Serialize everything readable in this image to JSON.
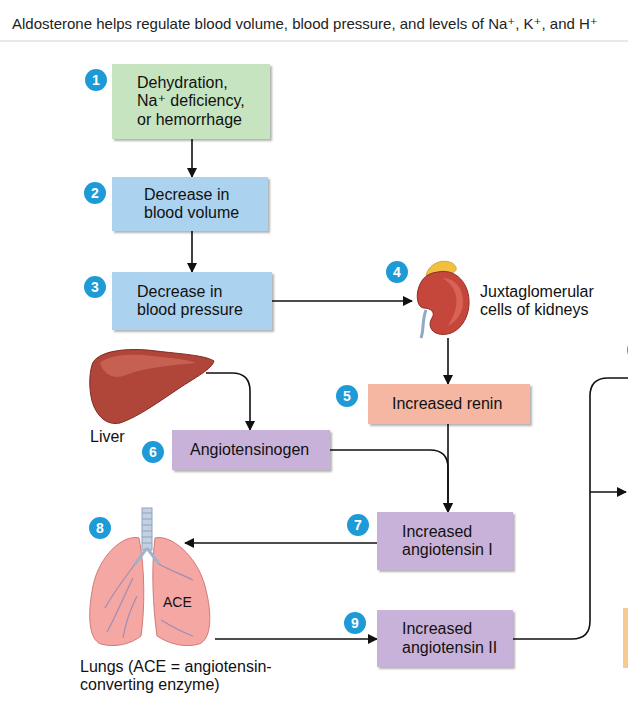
{
  "diagram": {
    "title": "Aldosterone helps regulate blood volume, blood pressure, and levels of Na⁺, K⁺, and H⁺",
    "nodes": [
      {
        "text": [
          "Dehydration, Na⁺ deficiency, or hemorrhage"
        ]
      },
      {
        "text": [
          "Decrease in blood volume"
        ]
      },
      {
        "text": [
          "Decrease in blood pressure"
        ]
      },
      {
        "text": [
          "Juxtaglomerular cells of kidneys"
        ]
      },
      {
        "text": [
          "Increased renin"
        ]
      },
      {
        "text": [
          "Liver"
        ]
      },
      {
        "text": [
          "Angiotensinogen"
        ]
      },
      {
        "text": [
          "Increased angiotensin I"
        ]
      },
      {
        "text": [
          "ACE",
          "Lungs (ACE = angiotensin- converting enzyme)"
        ]
      },
      {
        "text": [
          "Increased angiotensin II"
        ]
      }
    ],
    "edges": [
      {
        "from": 0,
        "to": 1,
        "arrow": "to"
      },
      {
        "from": 1,
        "to": 2,
        "arrow": "to"
      },
      {
        "from": 2,
        "to": 3,
        "arrow": "to"
      },
      {
        "from": 3,
        "to": 4,
        "arrow": "to"
      },
      {
        "from": 5,
        "to": 6,
        "arrow": "to"
      },
      {
        "from": 6,
        "to": 7,
        "arrow": "to"
      },
      {
        "from": 4,
        "to": 7,
        "arrow": "to"
      },
      {
        "from": 7,
        "to": 8,
        "arrow": "to"
      },
      {
        "from": 8,
        "to": 9,
        "arrow": "to"
      }
    ],
    "labels": [
      "1",
      "2",
      "3",
      "4",
      "5",
      "6",
      "7",
      "8",
      "9"
    ]
  }
}
